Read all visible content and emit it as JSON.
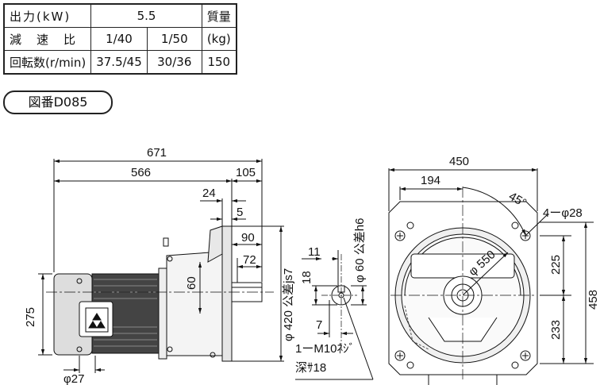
{
  "table": {
    "rows": [
      {
        "label": "出力(kW)",
        "cells": [
          "5.5"
        ],
        "unit": "質量"
      },
      {
        "label": "減　速　比",
        "cells": [
          "1/40",
          "1/50"
        ],
        "unit": "(kg)"
      },
      {
        "label": "回転数(r/min)",
        "cells": [
          "37.5/45",
          "30/36"
        ],
        "unit": "150"
      }
    ]
  },
  "drawing_no": "図番D085",
  "dims": {
    "d671": "671",
    "d566": "566",
    "d105": "105",
    "d24": "24",
    "d5": "5",
    "d90": "90",
    "d72": "72",
    "d60": "60",
    "d275": "275",
    "d27": "φ27",
    "d420": "φ 420 公差js7",
    "d11": "11",
    "d18": "18",
    "d60h6": "φ 60 公差h6",
    "d7": "7",
    "m10": "1ーM10ﾈｼﾞ",
    "depth": "深ｻ18",
    "d450": "450",
    "d194": "194",
    "d45": "45°",
    "d4x28": "4ーφ28",
    "d550": "φ 550",
    "d225": "225",
    "d233": "233",
    "d458": "458"
  }
}
